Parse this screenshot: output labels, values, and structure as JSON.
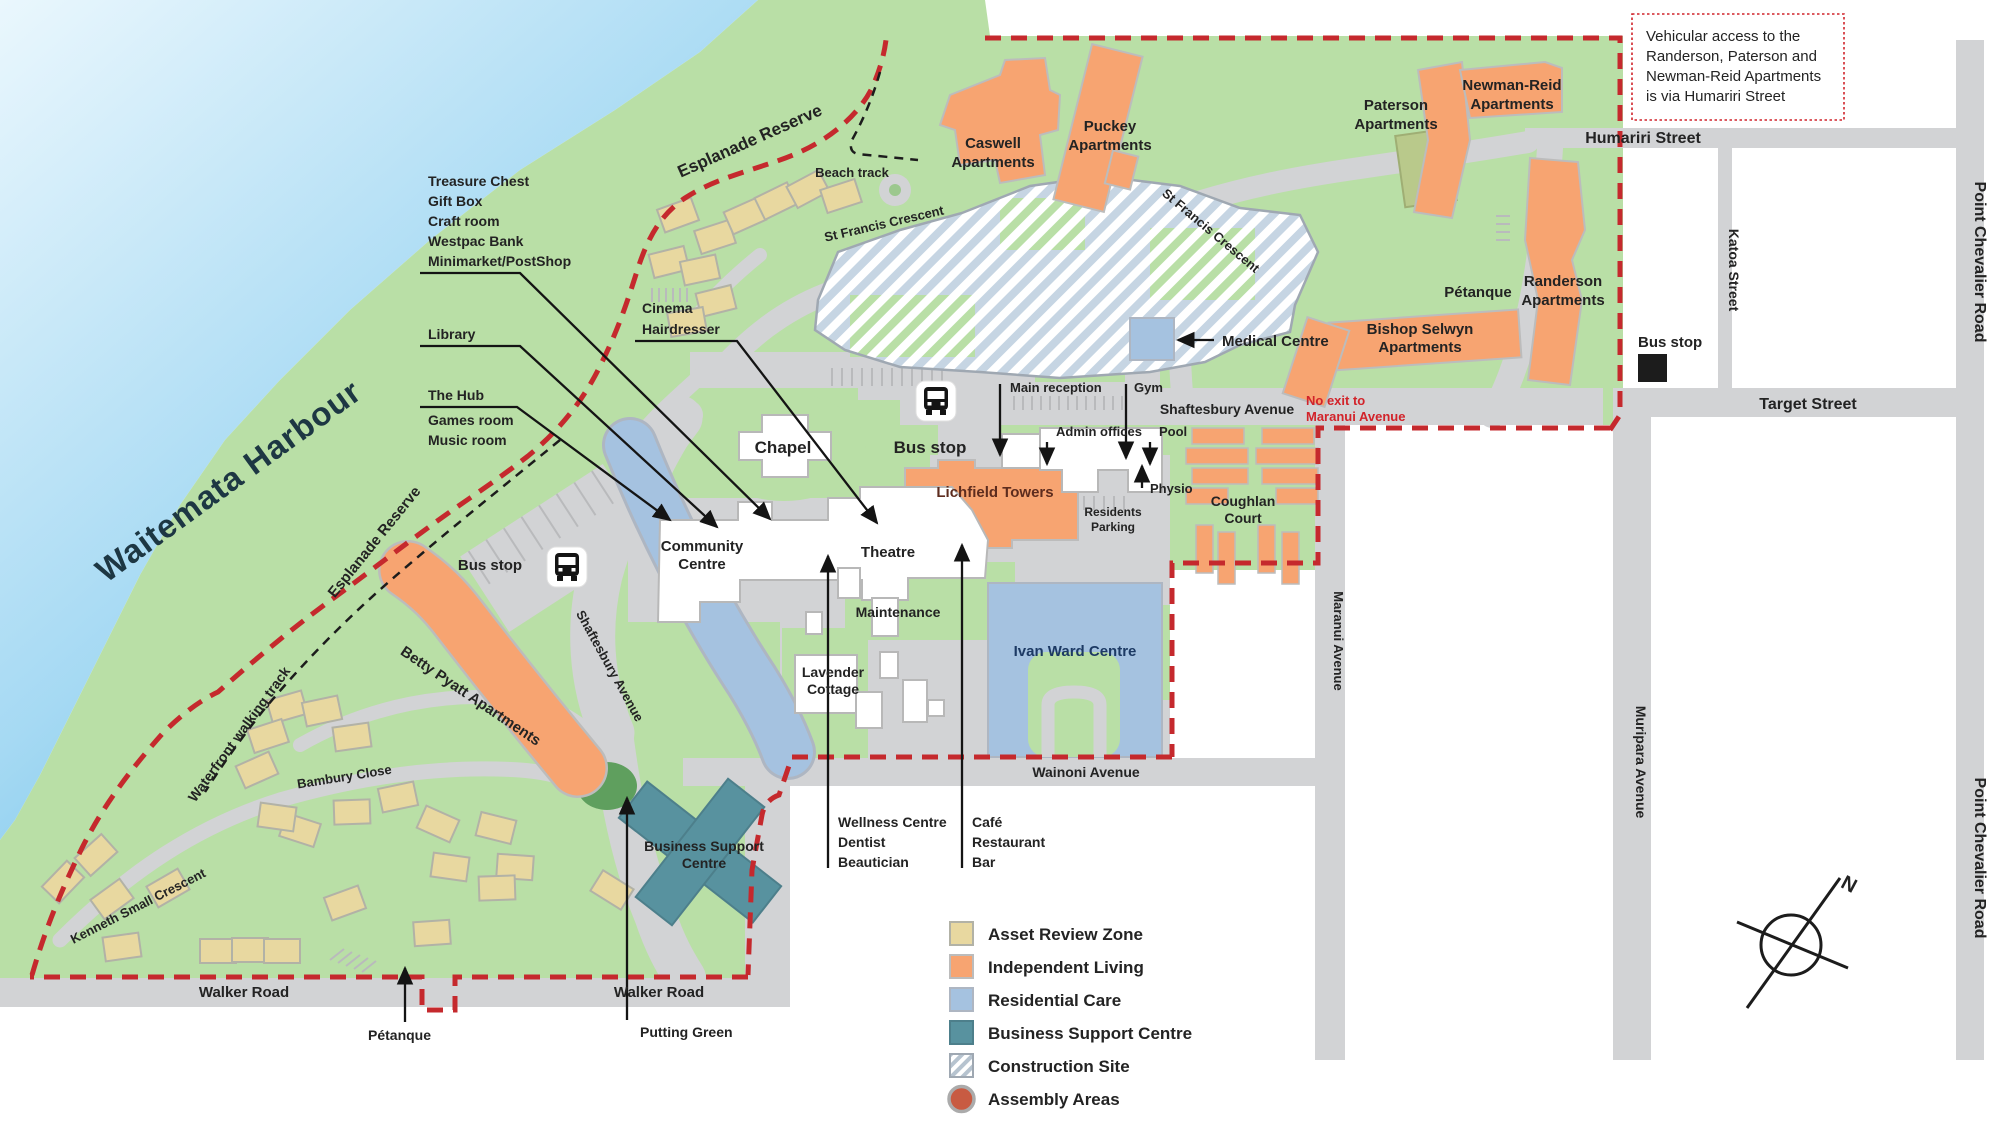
{
  "harbour": "Waitemata Harbour",
  "reserves": {
    "esplanade": "Esplanade Reserve",
    "waterfront_track": "Waterfront walking track",
    "beach_track": "Beach track"
  },
  "streets": {
    "humariri": "Humariri Street",
    "katoa": "Katoa Street",
    "target": "Target Street",
    "point_chevalier": "Point Chevalier Road",
    "muripara": "Muripara Avenue",
    "maranui": "Maranui Avenue",
    "shaftesbury": "Shaftesbury Avenue",
    "wainoni": "Wainoni Avenue",
    "walker": "Walker Road",
    "st_francis": "St Francis Crescent",
    "kenneth_small": "Kenneth Small Crescent",
    "bambury": "Bambury Close"
  },
  "buildings": {
    "caswell": [
      "Caswell",
      "Apartments"
    ],
    "puckey": [
      "Puckey",
      "Apartments"
    ],
    "paterson": [
      "Paterson",
      "Apartments"
    ],
    "newman_reid": [
      "Newman-Reid",
      "Apartments"
    ],
    "randerson": [
      "Randerson",
      "Apartments"
    ],
    "bishop_selwyn": [
      "Bishop Selwyn",
      "Apartments"
    ],
    "betty_pyatt": "Betty Pyatt Apartments",
    "lichfield": "Lichfield Towers",
    "chapel": "Chapel",
    "community_centre": [
      "Community",
      "Centre"
    ],
    "theatre": "Theatre",
    "maintenance": "Maintenance",
    "lavender": [
      "Lavender",
      "Cottage"
    ],
    "ivan_ward": "Ivan Ward Centre",
    "coughlan": [
      "Coughlan",
      "Court"
    ],
    "business_support": [
      "Business Support",
      "Centre"
    ],
    "medical": "Medical Centre"
  },
  "callouts": {
    "shops": [
      "Treasure Chest",
      "Gift Box",
      "Craft room",
      "Westpac Bank",
      "Minimarket/PostShop"
    ],
    "library": "Library",
    "hub": [
      "The Hub",
      "Games room",
      "Music room"
    ],
    "cinema": [
      "Cinema",
      "Hairdresser"
    ],
    "wellness": [
      "Wellness Centre",
      "Dentist",
      "Beautician"
    ],
    "cafe": [
      "Café",
      "Restaurant",
      "Bar"
    ],
    "reception": "Main reception",
    "gym": "Gym",
    "admin": "Admin offices",
    "pool": "Pool",
    "physio": "Physio",
    "residents": [
      "Residents",
      "Parking"
    ],
    "no_exit": [
      "No exit to",
      "Maranui Avenue"
    ]
  },
  "features": {
    "bus_stop": "Bus stop",
    "petanque": "Pétanque",
    "putting_green": "Putting Green",
    "compass_n": "N"
  },
  "note": {
    "lines": [
      "Vehicular access to the",
      "Randerson, Paterson and",
      "Newman-Reid Apartments",
      "is via Humariri Street"
    ]
  },
  "legend": {
    "items": [
      {
        "label": "Asset Review Zone",
        "color": "#e8d8a0",
        "shape": "square"
      },
      {
        "label": "Independent Living",
        "color": "#f7a471",
        "shape": "square"
      },
      {
        "label": "Residential Care",
        "color": "#a5c2e0",
        "shape": "square"
      },
      {
        "label": "Business Support Centre",
        "color": "#58929f",
        "shape": "square"
      },
      {
        "label": "Construction Site",
        "color": "hatch",
        "shape": "square"
      },
      {
        "label": "Assembly Areas",
        "color": "#c85b42",
        "shape": "circle"
      }
    ]
  },
  "colors": {
    "sea": "#8ed0f0",
    "land": "#b9dfa6",
    "road": "#d2d3d5",
    "boundary": "#c5292d",
    "no_exit_text": "#d2232a",
    "asset_review": "#e8d8a0",
    "independent_living": "#f7a471",
    "residential_care": "#a5c2e0",
    "business_support": "#58929f",
    "assembly": "#c85b42"
  }
}
